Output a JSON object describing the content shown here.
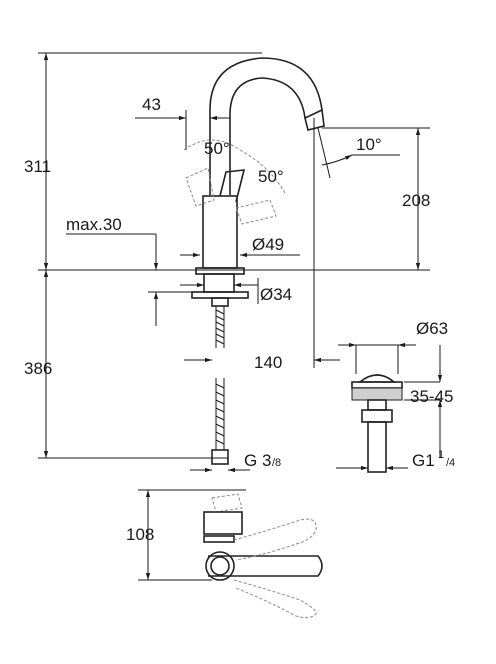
{
  "dimensions": {
    "height_total": "311",
    "spout_offset": "43",
    "angle_left": "50°",
    "angle_right": "50°",
    "spout_tilt": "10°",
    "spout_height": "208",
    "max_deck": "max.30",
    "diameter_body": "Ø49",
    "diameter_hole": "Ø34",
    "hose_length": "386",
    "reach": "140",
    "connection_thread_main": "G 3",
    "connection_thread_sup": "3",
    "connection_thread_frac": "/8",
    "waste_diameter": "Ø63",
    "waste_range": "35-45",
    "waste_thread_main": "G1",
    "waste_thread_sup": "1",
    "waste_thread_frac": "/4",
    "top_view_height": "108"
  }
}
